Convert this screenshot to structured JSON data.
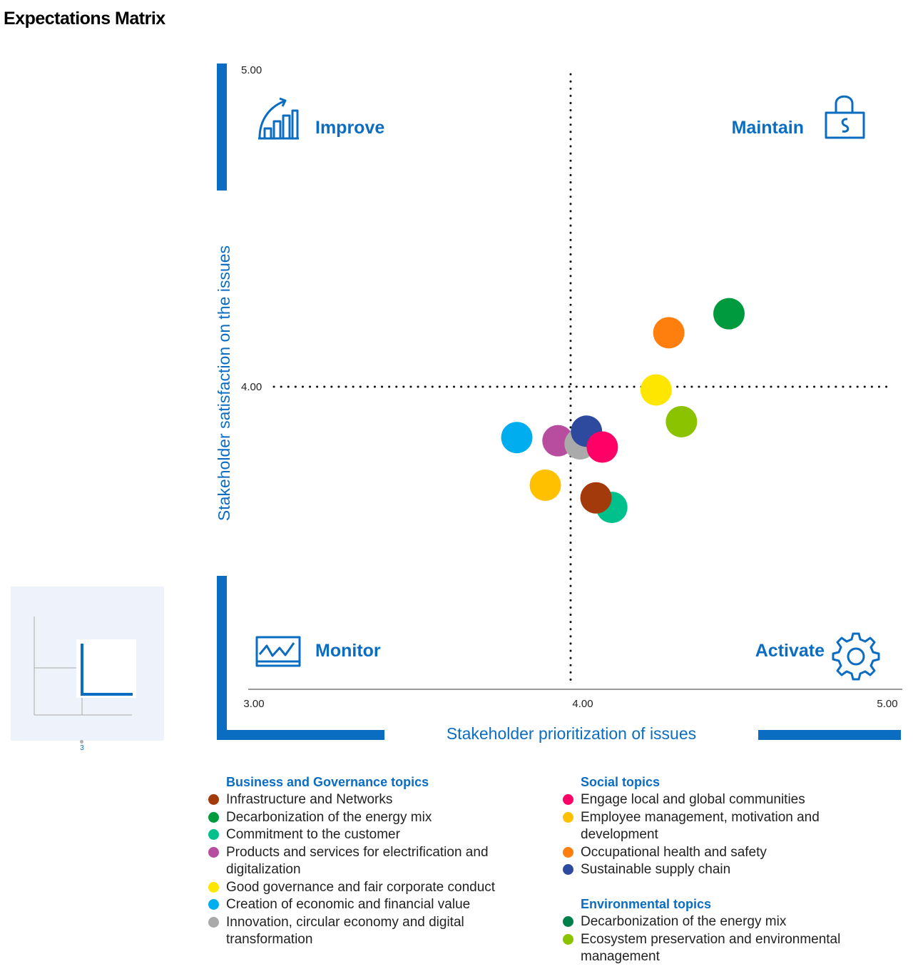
{
  "page": {
    "title": "Expectations Matrix"
  },
  "thumbnail": {
    "page_number": "3"
  },
  "chart_data": {
    "type": "scatter",
    "title": "",
    "xlabel": "Stakeholder prioritization of issues",
    "ylabel": "Stakeholder satisfaction on the issues",
    "xlim": [
      3.0,
      5.0
    ],
    "ylim": [
      3.0,
      5.0
    ],
    "x_ticks": [
      "3.00",
      "4.00",
      "5.00"
    ],
    "y_ticks": [
      "4.00",
      "5.00"
    ],
    "reference_lines": {
      "x": 4.0,
      "y": 4.0
    },
    "grid": false,
    "quadrants": [
      {
        "label": "Improve",
        "position": "top-left",
        "icon": "growth-chart-icon"
      },
      {
        "label": "Maintain",
        "position": "top-right",
        "icon": "lock-icon"
      },
      {
        "label": "Monitor",
        "position": "bottom-left",
        "icon": "monitor-chart-icon"
      },
      {
        "label": "Activate",
        "position": "bottom-right",
        "icon": "gear-icon"
      }
    ],
    "points": [
      {
        "x": 4.5,
        "y": 4.23,
        "color": "#009a3e"
      },
      {
        "x": 4.31,
        "y": 4.17,
        "color": "#ff7f0e"
      },
      {
        "x": 4.27,
        "y": 3.99,
        "color": "#ffe600"
      },
      {
        "x": 4.35,
        "y": 3.89,
        "color": "#8cc300"
      },
      {
        "x": 3.83,
        "y": 3.84,
        "color": "#00aeef"
      },
      {
        "x": 3.96,
        "y": 3.83,
        "color": "#b84c9e"
      },
      {
        "x": 4.03,
        "y": 3.82,
        "color": "#aaaaaa"
      },
      {
        "x": 4.05,
        "y": 3.86,
        "color": "#2e4a9e"
      },
      {
        "x": 4.1,
        "y": 3.81,
        "color": "#ff0066"
      },
      {
        "x": 3.92,
        "y": 3.69,
        "color": "#ffc000"
      },
      {
        "x": 4.13,
        "y": 3.62,
        "color": "#00c08b"
      },
      {
        "x": 4.08,
        "y": 3.65,
        "color": "#a23a0b"
      }
    ]
  },
  "legend": {
    "left": {
      "title": "Business and Governance topics",
      "items": [
        {
          "label": "Infrastructure and Networks",
          "color": "#a23a0b"
        },
        {
          "label": "Decarbonization of the energy mix",
          "color": "#009a3e"
        },
        {
          "label": "Commitment to the customer",
          "color": "#00c08b"
        },
        {
          "label": "Products and services for electrification and digitalization",
          "color": "#b84c9e"
        },
        {
          "label": "Good governance and fair corporate conduct",
          "color": "#ffe600"
        },
        {
          "label": "Creation of economic and financial value",
          "color": "#00aeef"
        },
        {
          "label": "Innovation, circular economy and digital transformation",
          "color": "#aaaaaa"
        }
      ]
    },
    "social": {
      "title": "Social topics",
      "items": [
        {
          "label": "Engage local and global communities",
          "color": "#ff0066"
        },
        {
          "label": "Employee management, motivation and development",
          "color": "#ffc000"
        },
        {
          "label": "Occupational health and safety",
          "color": "#ff7f0e"
        },
        {
          "label": "Sustainable supply chain",
          "color": "#2e4a9e"
        }
      ]
    },
    "environmental": {
      "title": "Environmental topics",
      "items": [
        {
          "label": "Decarbonization of the energy mix",
          "color": "#00804a"
        },
        {
          "label": "Ecosystem preservation and environmental management",
          "color": "#8cc300"
        }
      ]
    }
  }
}
